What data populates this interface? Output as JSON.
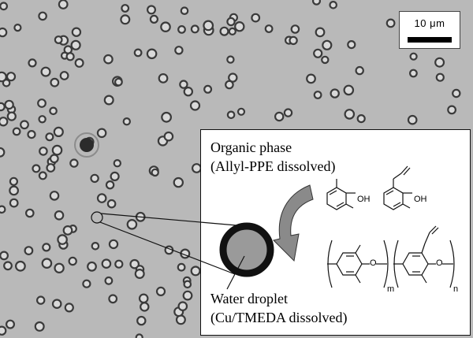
{
  "scale_bar": {
    "label": "10 μm"
  },
  "inset": {
    "organic_phase": "Organic phase",
    "organic_phase_detail": "(Allyl-PPE dissolved)",
    "water_droplet": "Water droplet",
    "water_droplet_detail": "(Cu/TMEDA dissolved)",
    "monomer_oh_1": "OH",
    "monomer_oh_2": "OH",
    "linker_o_1": "O",
    "linker_o_2": "O",
    "subscript_m": "m",
    "subscript_n": "n"
  },
  "colors": {
    "background": "#b9b9b9",
    "droplet_fill": "#9a9a9a",
    "droplet_ring": "#111111",
    "arrow_fill": "#8a8a8a"
  }
}
